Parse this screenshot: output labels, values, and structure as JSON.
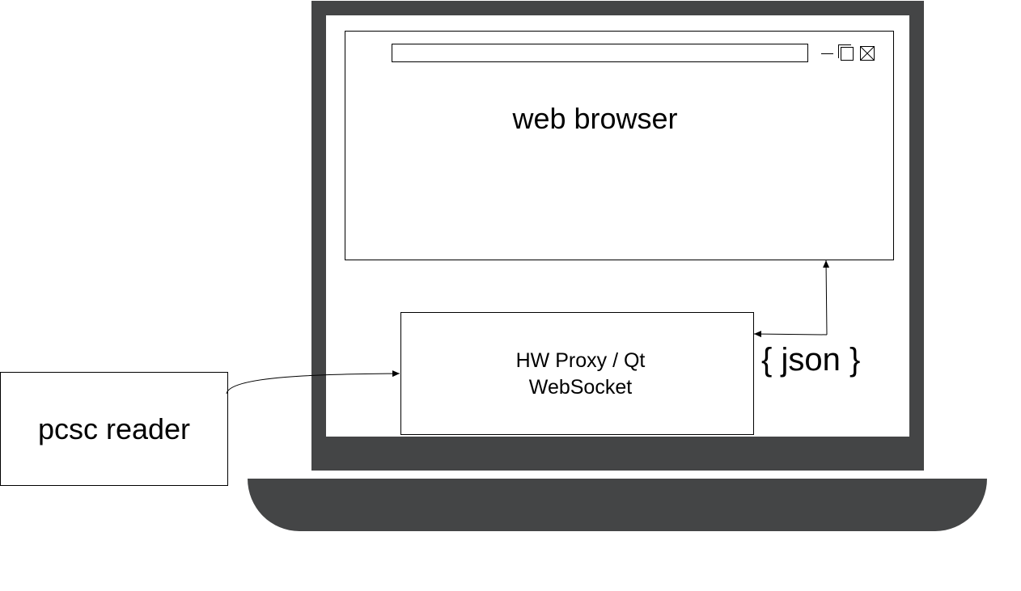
{
  "diagram": {
    "browser": {
      "label": "web browser",
      "controls": [
        "minimize-icon",
        "maximize-icon",
        "close-icon"
      ]
    },
    "proxy": {
      "label_line1": "HW Proxy / Qt",
      "label_line2": "WebSocket"
    },
    "json_label": "{ json }",
    "reader": {
      "label": "pcsc reader"
    },
    "colors": {
      "laptop": "#444546",
      "screen": "#ffffff",
      "stroke": "#000000"
    },
    "edges": [
      {
        "from": "pcsc reader",
        "to": "HW Proxy / Qt WebSocket"
      },
      {
        "from": "HW Proxy / Qt WebSocket",
        "to": "web browser",
        "bidirectional": true
      }
    ]
  }
}
